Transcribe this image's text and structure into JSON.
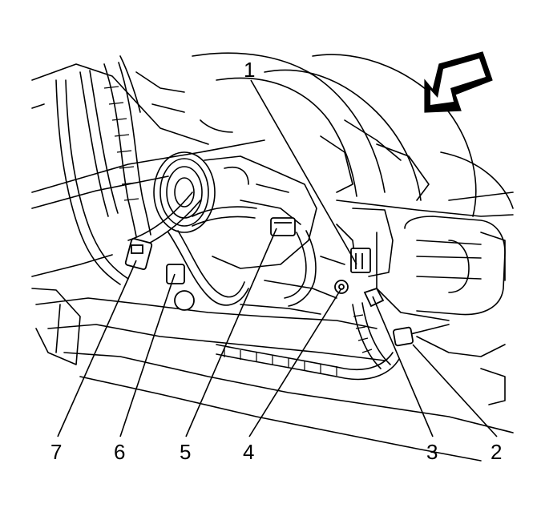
{
  "diagram": {
    "callouts": [
      {
        "id": "1",
        "label": "1"
      },
      {
        "id": "2",
        "label": "2"
      },
      {
        "id": "3",
        "label": "3"
      },
      {
        "id": "4",
        "label": "4"
      },
      {
        "id": "5",
        "label": "5"
      },
      {
        "id": "6",
        "label": "6"
      },
      {
        "id": "7",
        "label": "7"
      }
    ],
    "direction_indicator": "arrow-icon",
    "colors": {
      "ink": "#000000",
      "background": "#ffffff"
    }
  }
}
